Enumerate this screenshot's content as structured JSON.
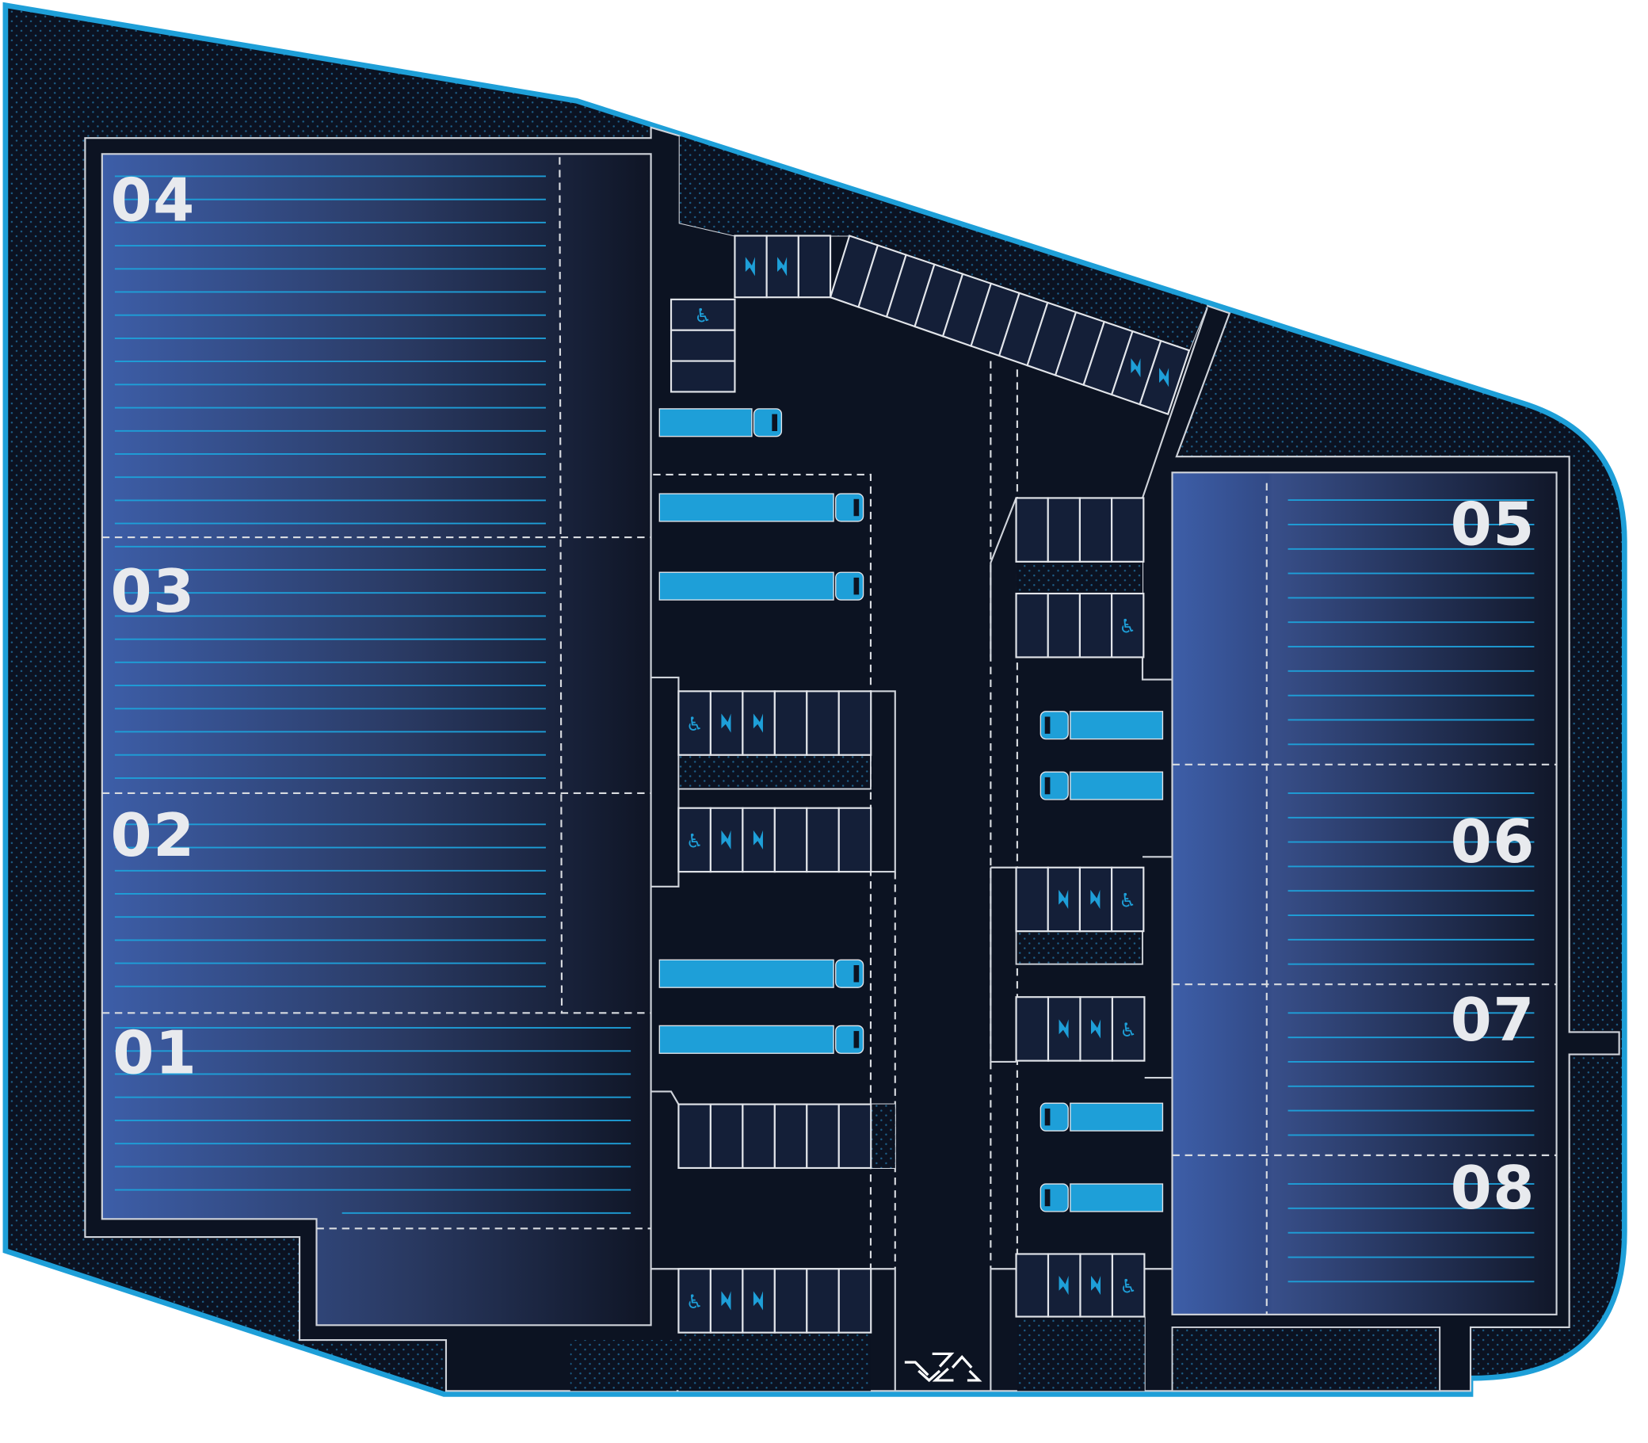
{
  "title": "Site Plan",
  "colors": {
    "boundary": "#1e9fd8",
    "ground": "#0b1221",
    "zone_light": "#3d5ea8",
    "zone_dark": "#111729",
    "stall": "#141f38",
    "accent": "#1e9fd8",
    "line": "#e2e5ea"
  },
  "zones": [
    {
      "label": "04"
    },
    {
      "label": "03"
    },
    {
      "label": "02"
    },
    {
      "label": "01"
    },
    {
      "label": "05"
    },
    {
      "label": "06"
    },
    {
      "label": "07"
    },
    {
      "label": "08"
    }
  ],
  "icon_glyphs": {
    "accessible": "♿",
    "ev": "ev-charging-icon"
  },
  "stall_rows": [
    {
      "name": "top-row",
      "icons": [
        "ev",
        "ev",
        ""
      ]
    },
    {
      "name": "left-stack",
      "icons": [
        "accessible",
        "",
        ""
      ]
    },
    {
      "name": "left-row-1",
      "icons": [
        "accessible",
        "ev",
        "ev",
        "",
        "",
        ""
      ]
    },
    {
      "name": "left-row-2",
      "icons": [
        "accessible",
        "ev",
        "ev",
        "",
        "",
        ""
      ]
    },
    {
      "name": "left-row-3",
      "icons": [
        "",
        "",
        "",
        "",
        "",
        ""
      ]
    },
    {
      "name": "left-row-4",
      "icons": [
        "accessible",
        "ev",
        "ev",
        "",
        "",
        ""
      ]
    },
    {
      "name": "right-row-1",
      "icons": [
        "",
        "",
        "",
        ""
      ]
    },
    {
      "name": "right-row-2",
      "icons": [
        "",
        "",
        "",
        "accessible"
      ]
    },
    {
      "name": "right-row-3",
      "icons": [
        "",
        "ev",
        "ev",
        "accessible"
      ]
    },
    {
      "name": "right-row-4",
      "icons": [
        "",
        "ev",
        "ev",
        "accessible"
      ]
    },
    {
      "name": "right-row-5",
      "icons": [
        "",
        "ev",
        "ev",
        "accessible"
      ]
    }
  ],
  "angled_row": {
    "icons": [
      "",
      "",
      "",
      "",
      "",
      "",
      "",
      "",
      "",
      "",
      "ev",
      "ev"
    ]
  },
  "truck_bays": {
    "count": 9
  }
}
